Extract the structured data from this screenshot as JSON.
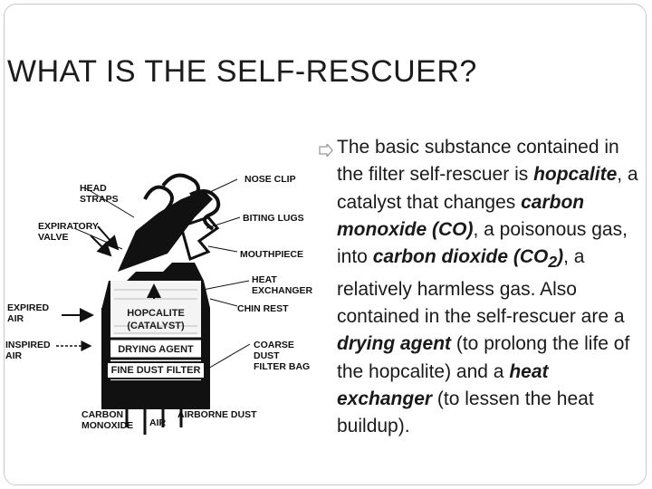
{
  "slide": {
    "title": "WHAT IS THE SELF-RESCUER?",
    "bullet_icon": "hollow-arrow-bullet",
    "paragraph": {
      "t1": "The basic substance contained in the filter self-rescuer is ",
      "e1": "hopcalite",
      "t2": ", a catalyst that changes ",
      "e2": "carbon monoxide (CO)",
      "t3": ", a poisonous gas, into ",
      "e3a": "carbon dioxide (CO",
      "e3sub": "2",
      "e3b": ")",
      "t4": ", a relatively harmless gas.   Also contained in the self-rescuer are a ",
      "e4": "drying agent",
      "t5": " (to prolong the life of the hopcalite) and a ",
      "e5": "heat exchanger",
      "t6": " (to lessen the heat buildup)."
    }
  },
  "diagram": {
    "labels": {
      "head_straps": "HEAD\nSTRAPS",
      "expiratory_valve": "EXPIRATORY\nVALVE",
      "expired_air": "EXPIRED\nAIR",
      "inspired_air": "INSPIRED\nAIR",
      "carbon_monoxide": "CARBON\nMONOXIDE",
      "air": "AIR",
      "airborne_dust": "AIRBORNE DUST",
      "nose_clip": "NOSE CLIP",
      "biting_lugs": "BITING LUGS",
      "mouthpiece": "MOUTHPIECE",
      "heat_exchanger": "HEAT\nEXCHANGER",
      "chin_rest": "CHIN REST",
      "coarse_dust_filter_bag": "COARSE\nDUST\nFILTER BAG"
    },
    "layers": {
      "hopcalite": "HOPCALITE",
      "catalyst": "(CATALYST)",
      "drying_agent": "DRYING AGENT",
      "fine_dust_filter": "FINE DUST FILTER"
    }
  }
}
